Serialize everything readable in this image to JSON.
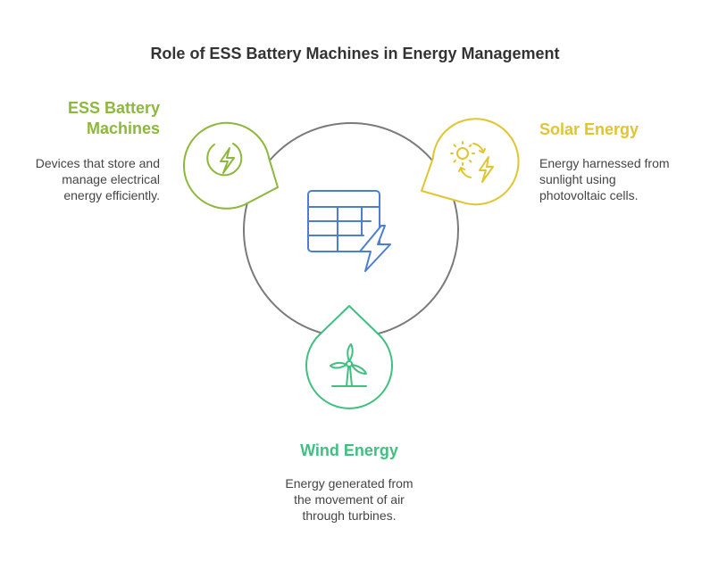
{
  "title": "Role of ESS Battery Machines in Energy Management",
  "colors": {
    "battery": "#8DB83B",
    "solar": "#E0C531",
    "wind": "#3FC081",
    "center": "#4A7FD2",
    "circle": "#7A7A7A"
  },
  "nodes": {
    "battery": {
      "heading_line1": "ESS Battery",
      "heading_line2": "Machines",
      "desc_line1": "Devices that store and",
      "desc_line2": "manage electrical",
      "desc_line3": "energy efficiently.",
      "icon": "battery-bolt-icon"
    },
    "solar": {
      "heading": "Solar Energy",
      "desc_line1": "Energy harnessed from",
      "desc_line2": "sunlight using",
      "desc_line3": "photovoltaic cells.",
      "icon": "sun-bolt-cycle-icon"
    },
    "wind": {
      "heading": "Wind Energy",
      "desc_line1": "Energy generated from",
      "desc_line2": "the movement of air",
      "desc_line3": "through turbines.",
      "icon": "wind-turbine-icon"
    }
  },
  "center_icon": "grid-bolt-icon"
}
